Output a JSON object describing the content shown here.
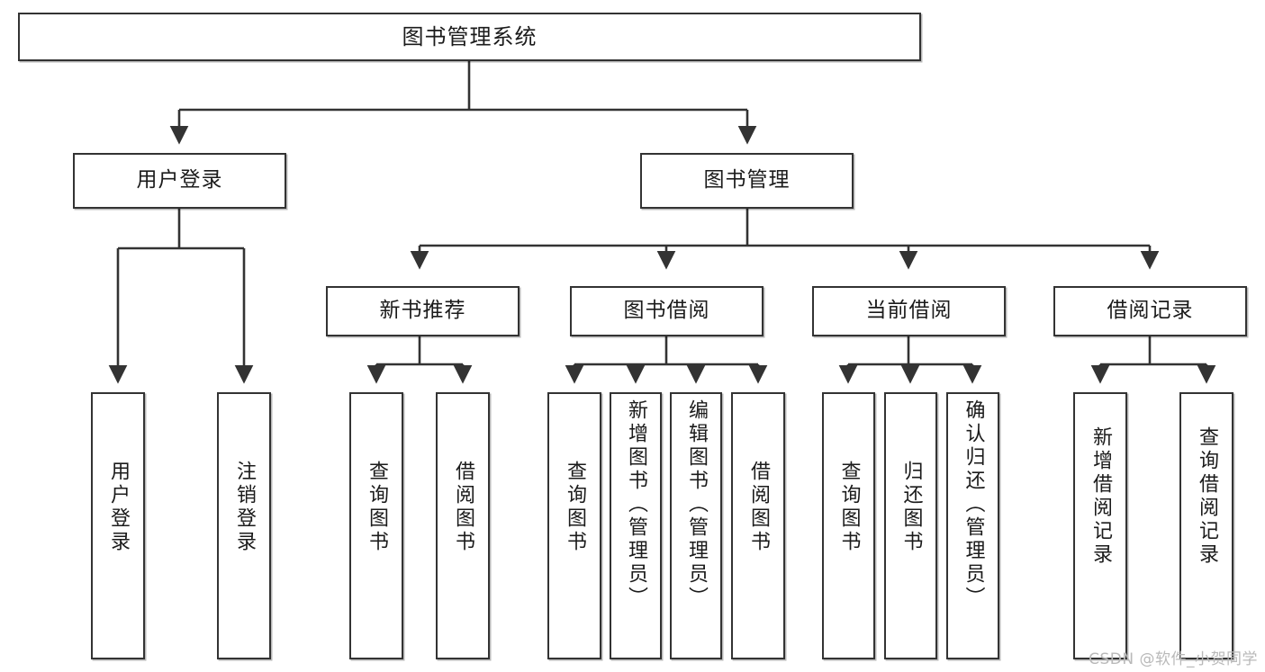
{
  "diagram": {
    "title": "图书管理系统",
    "type": "tree-hierarchy-diagram",
    "colors": {
      "box_border": "#333333",
      "box_fill": "#ffffff",
      "connector": "#333333",
      "text": "#1b1b1b",
      "watermark": "#b9b9b9",
      "background": "#ffffff"
    },
    "watermark": "CSDN @软件_小贺同学",
    "root": {
      "label": "图书管理系统"
    },
    "level2": [
      {
        "label": "用户登录"
      },
      {
        "label": "图书管理"
      }
    ],
    "level3": [
      {
        "label": "新书推荐"
      },
      {
        "label": "图书借阅"
      },
      {
        "label": "当前借阅"
      },
      {
        "label": "借阅记录"
      }
    ],
    "leaves": {
      "user_login": [
        {
          "label": "用户登录"
        },
        {
          "label": "注销登录"
        }
      ],
      "new_book_recommend": [
        {
          "label": "查询图书"
        },
        {
          "label": "借阅图书"
        }
      ],
      "book_borrow": [
        {
          "label": "查询图书"
        },
        {
          "label": "新增图书（管理员）"
        },
        {
          "label": "编辑图书（管理员）"
        },
        {
          "label": "借阅图书"
        }
      ],
      "current_borrow": [
        {
          "label": "查询图书"
        },
        {
          "label": "归还图书"
        },
        {
          "label": "确认归还（管理员）"
        }
      ],
      "borrow_record": [
        {
          "label": "新增借阅记录"
        },
        {
          "label": "查询借阅记录"
        }
      ]
    }
  }
}
